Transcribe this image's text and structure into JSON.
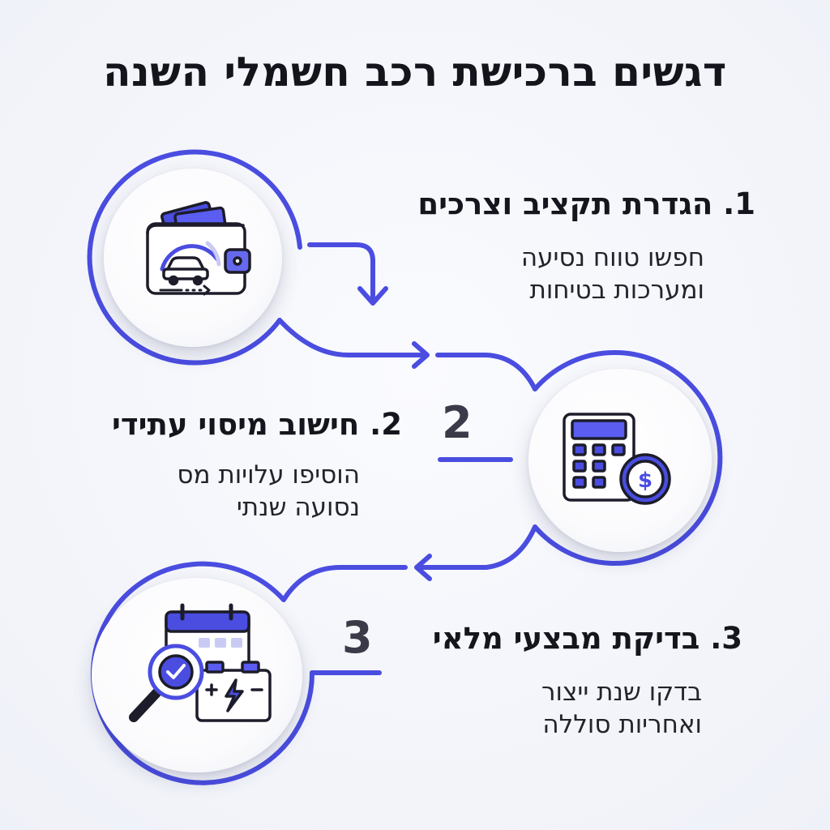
{
  "title": "דגשים ברכישת רכב חשמלי השנה",
  "colors": {
    "accent": "#4a4de0",
    "text_dark": "#15151d",
    "number_gray": "#3a3a48"
  },
  "steps": [
    {
      "heading": "1. הגדרת תקציב וצרכים",
      "desc_line1": "חפשו טווח נסיעה",
      "desc_line2": "ומערכות בטיחות",
      "icon": "wallet-car-icon"
    },
    {
      "heading": "2. חישוב מיסוי עתידי",
      "desc_line1": "הוסיפו עלויות מס",
      "desc_line2": "נסועה שנתי",
      "number": "2",
      "icon": "calculator-coin-icon"
    },
    {
      "heading": "3. בדיקת מבצעי מלאי",
      "desc_line1": "בדקו שנת ייצור",
      "desc_line2": "ואחריות סוללה",
      "number": "3",
      "icon": "calendar-battery-search-icon"
    }
  ]
}
